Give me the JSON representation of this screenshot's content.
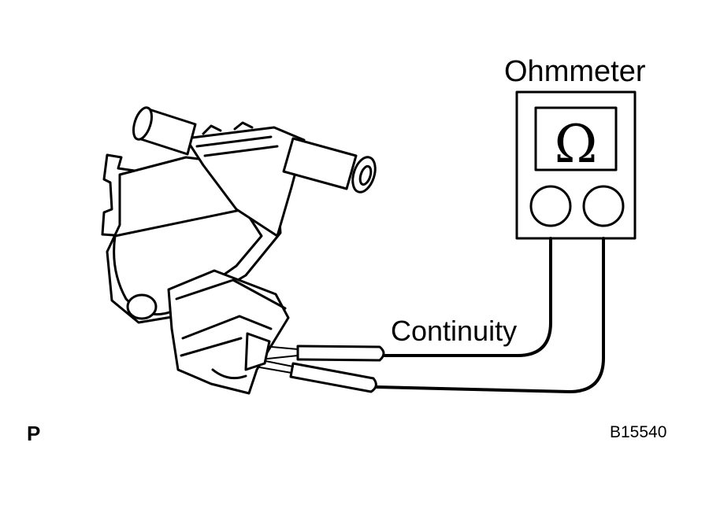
{
  "labels": {
    "ohmmeter": "Ohmmeter",
    "symbol": "Ω",
    "continuity": "Continuity",
    "corner_mark": "P",
    "figure_code": "B15540"
  },
  "colors": {
    "line": "#000000",
    "background": "#ffffff"
  }
}
